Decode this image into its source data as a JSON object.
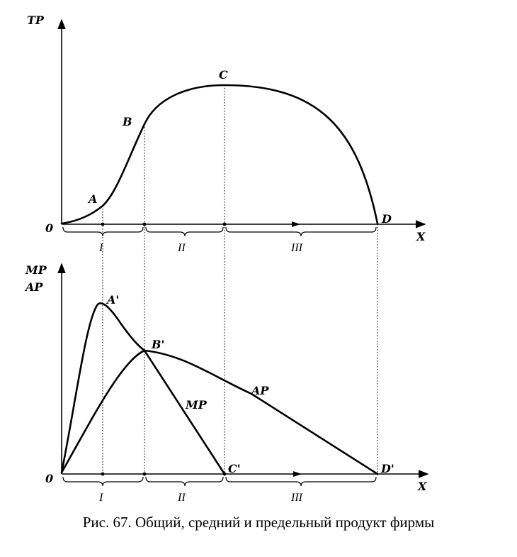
{
  "top_panel": {
    "y_axis_label": "TP",
    "x_axis_label": "X",
    "origin_label": "0",
    "point_labels": {
      "a": "A",
      "b": "B",
      "c": "C",
      "d": "D"
    },
    "stage_labels": [
      "I",
      "II",
      "III"
    ]
  },
  "bottom_panel": {
    "y_axis_label_line1": "MP",
    "y_axis_label_line2": "AP",
    "x_axis_label": "X",
    "origin_label": "0",
    "point_labels": {
      "a": "A'",
      "b": "B'",
      "c": "C'",
      "d": "D'"
    },
    "curve_labels": {
      "mp": "MP",
      "ap": "AP"
    },
    "stage_labels": [
      "I",
      "II",
      "III"
    ]
  },
  "caption": "Рис. 67. Общий, средний и предельный продукт фирмы"
}
